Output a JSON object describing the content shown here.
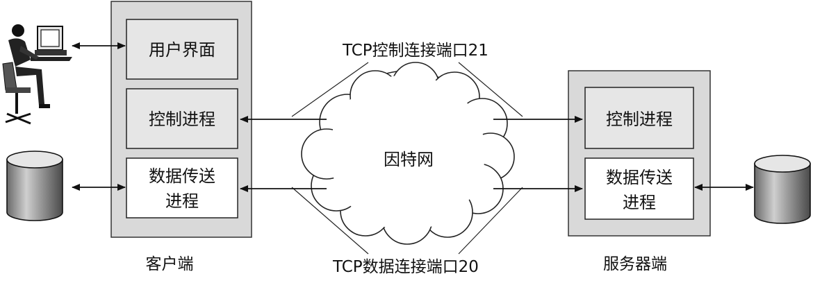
{
  "client": {
    "caption": "客户端",
    "ui_label": "用户界面",
    "control_label": "控制进程",
    "data_label_line1": "数据传送",
    "data_label_line2": "进程"
  },
  "server": {
    "caption": "服务器端",
    "control_label": "控制进程",
    "data_label_line1": "数据传送",
    "data_label_line2": "进程"
  },
  "network": {
    "label": "因特网",
    "control_connection": "TCP控制连接端口21",
    "data_connection": "TCP数据连接端口20"
  },
  "icons": {
    "user": "user-at-computer-icon",
    "client_storage": "database-cylinder-icon",
    "server_storage": "database-cylinder-icon"
  }
}
